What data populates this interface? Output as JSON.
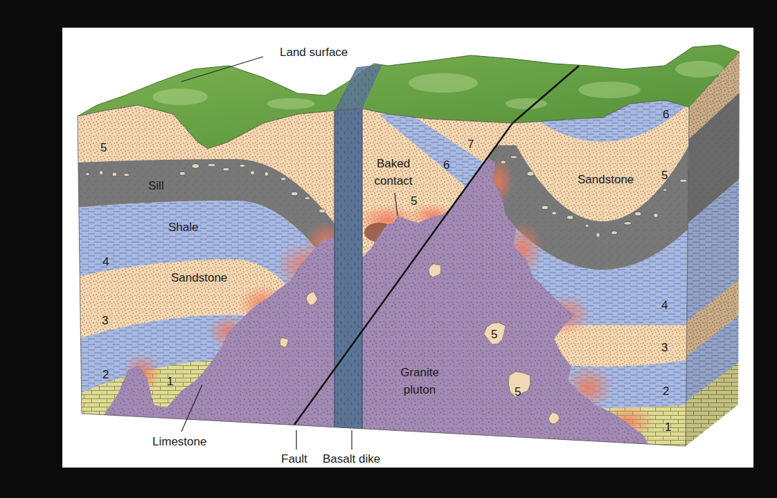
{
  "diagram": {
    "labels": [
      "Land surface",
      "6",
      "5",
      "7",
      "Baked contact",
      "6",
      "Sandstone",
      "5",
      "Sill",
      "5",
      "Shale",
      "4",
      "Sandstone",
      "4",
      "3",
      "5",
      "3",
      "2",
      "Granite pluton",
      "1",
      "5",
      "2",
      "1",
      "Limestone",
      "Fault",
      "Basalt dike"
    ]
  }
}
